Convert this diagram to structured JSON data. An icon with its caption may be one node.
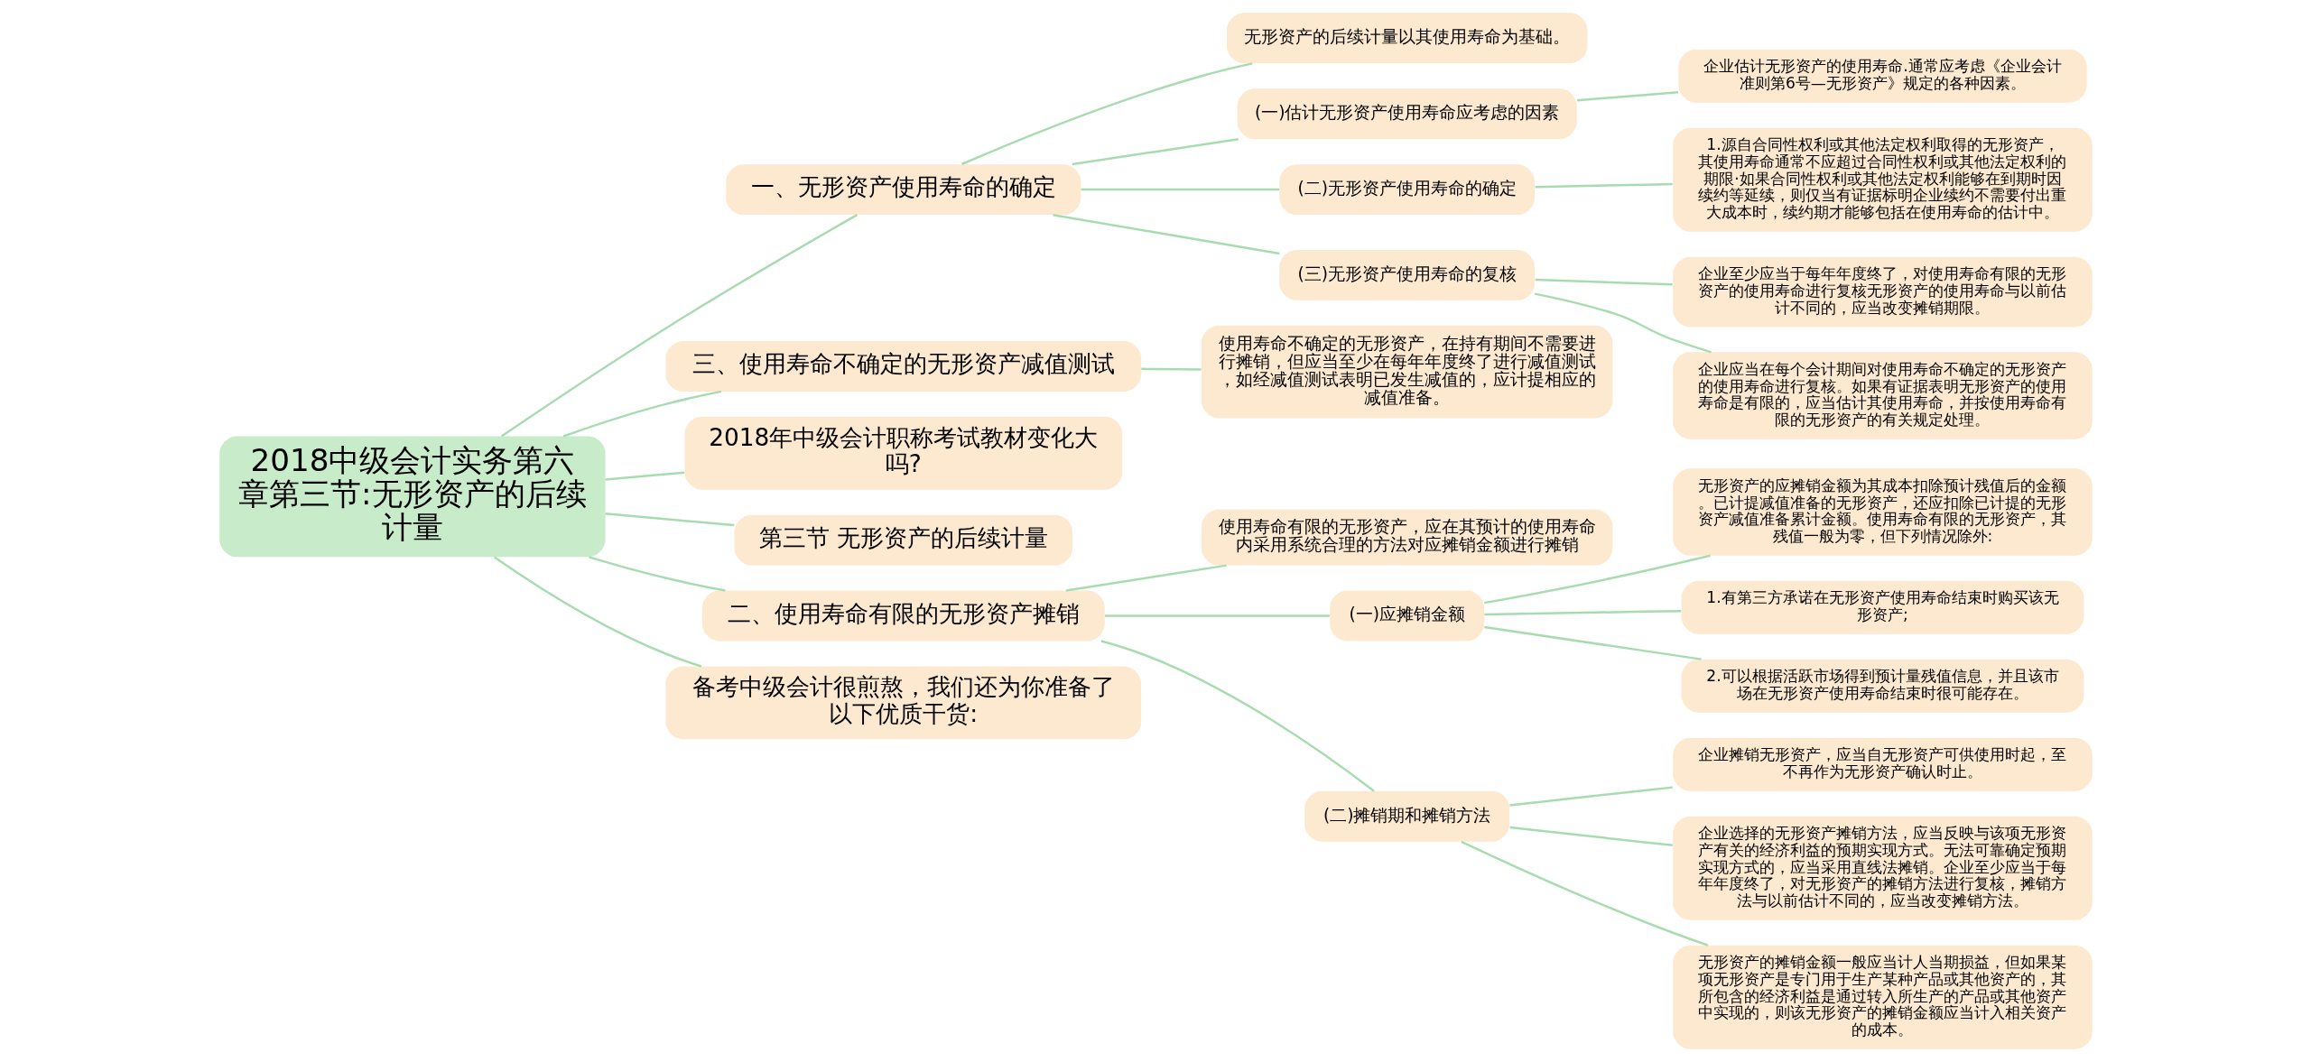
{
  "diagram": {
    "nodes": [
      {
        "text": [
          "2018中级会计实务第六章第三节:无形资产的后续计量"
        ]
      },
      {
        "text": [
          "一、无形资产使用寿命的确定"
        ]
      },
      {
        "text": [
          "无形资产的后续计量以其使用寿命为基础。"
        ]
      },
      {
        "text": [
          "(一)估计无形资产使用寿命应考虑的因素"
        ]
      },
      {
        "text": [
          "企业估计无形资产的使用寿命.通常应考虑《企业会计准则第6号—无形资产》规定的各种因素。"
        ]
      },
      {
        "text": [
          "(二)无形资产使用寿命的确定"
        ]
      },
      {
        "text": [
          "1.源自合同性权利或其他法定权利取得的无形资产，其使用寿命通常不应超过合同性权利或其他法定权利的期限·如果合同性权利或其他法定权利能够在到期时因续约等延续，则仅当有证据标明企业续约不需要付出重大成本时，续约期才能够包括在使用寿命的估计中。"
        ]
      },
      {
        "text": [
          "(三)无形资产使用寿命的复核"
        ]
      },
      {
        "text": [
          "企业至少应当于每年年度终了，对使用寿命有限的无形资产的使用寿命进行复核无形资产的使用寿命与以前估计不同的，应当改变摊销期限。"
        ]
      },
      {
        "text": [
          "企业应当在每个会计期间对使用寿命不确定的无形资产的使用寿命进行复核。如果有证据表明无形资产的使用寿命是有限的，应当估计其使用寿命，并按使用寿命有限的无形资产的有关规定处理。"
        ]
      },
      {
        "text": [
          "三、使用寿命不确定的无形资产减值测试"
        ]
      },
      {
        "text": [
          "使用寿命不确定的无形资产，在持有期间不需要进行摊销，但应当至少在每年年度终了进行减值测试，如经减值测试表明已发生减值的，应计提相应的减值准备。"
        ]
      },
      {
        "text": [
          "2018年中级会计职称考试教材变化大吗?"
        ]
      },
      {
        "text": [
          "第三节 无形资产的后续计量"
        ]
      },
      {
        "text": [
          "二、使用寿命有限的无形资产摊销"
        ]
      },
      {
        "text": [
          "使用寿命有限的无形资产，应在其预计的使用寿命内采用系统合理的方法对应摊销金额进行摊销"
        ]
      },
      {
        "text": [
          "(一)应摊销金额"
        ]
      },
      {
        "text": [
          "无形资产的应摊销金额为其成本扣除预计残值后的金额。已计提减值准备的无形资产，还应扣除已计提的无形资产减值准备累计金额。使用寿命有限的无形资产，其残值一般为零，但下列情况除外:"
        ]
      },
      {
        "text": [
          "1.有第三方承诺在无形资产使用寿命结束时购买该无形资产;"
        ]
      },
      {
        "text": [
          "2.可以根据活跃市场得到预计量残值信息，并且该市场在无形资产使用寿命结束时很可能存在。"
        ]
      },
      {
        "text": [
          "(二)摊销期和摊销方法"
        ]
      },
      {
        "text": [
          "企业摊销无形资产，应当自无形资产可供使用时起，至不再作为无形资产确认时止。"
        ]
      },
      {
        "text": [
          "企业选择的无形资产摊销方法，应当反映与该项无形资产有关的经济利益的预期实现方式。无法可靠确定预期实现方式的，应当采用直线法摊销。企业至少应当于每年年度终了，对无形资产的摊销方法进行复核，摊销方法与以前估计不同的，应当改变摊销方法。"
        ]
      },
      {
        "text": [
          "无形资产的摊销金额一般应当计人当期损益，但如果某项无形资产是专门用于生产某种产品或其他资产的，其所包含的经济利益是通过转入所生产的产品或其他资产中实现的，则该无形资产的摊销金额应当计入相关资产的成本。"
        ]
      },
      {
        "text": [
          "备考中级会计很煎熬，我们还为你准备了以下优质干货:"
        ]
      }
    ],
    "edges": [
      {
        "from": 0,
        "to": 1,
        "arrow": "none"
      },
      {
        "from": 1,
        "to": 2,
        "arrow": "none"
      },
      {
        "from": 1,
        "to": 3,
        "arrow": "none"
      },
      {
        "from": 3,
        "to": 4,
        "arrow": "none"
      },
      {
        "from": 1,
        "to": 5,
        "arrow": "none"
      },
      {
        "from": 5,
        "to": 6,
        "arrow": "none"
      },
      {
        "from": 1,
        "to": 7,
        "arrow": "none"
      },
      {
        "from": 7,
        "to": 8,
        "arrow": "none"
      },
      {
        "from": 7,
        "to": 9,
        "arrow": "none"
      },
      {
        "from": 0,
        "to": 10,
        "arrow": "none"
      },
      {
        "from": 10,
        "to": 11,
        "arrow": "none"
      },
      {
        "from": 0,
        "to": 12,
        "arrow": "none"
      },
      {
        "from": 0,
        "to": 13,
        "arrow": "none"
      },
      {
        "from": 0,
        "to": 14,
        "arrow": "none"
      },
      {
        "from": 14,
        "to": 15,
        "arrow": "none"
      },
      {
        "from": 14,
        "to": 16,
        "arrow": "none"
      },
      {
        "from": 16,
        "to": 17,
        "arrow": "none"
      },
      {
        "from": 16,
        "to": 18,
        "arrow": "none"
      },
      {
        "from": 16,
        "to": 19,
        "arrow": "none"
      },
      {
        "from": 14,
        "to": 20,
        "arrow": "none"
      },
      {
        "from": 20,
        "to": 21,
        "arrow": "none"
      },
      {
        "from": 20,
        "to": 22,
        "arrow": "none"
      },
      {
        "from": 20,
        "to": 23,
        "arrow": "none"
      },
      {
        "from": 0,
        "to": 24,
        "arrow": "none"
      }
    ]
  }
}
